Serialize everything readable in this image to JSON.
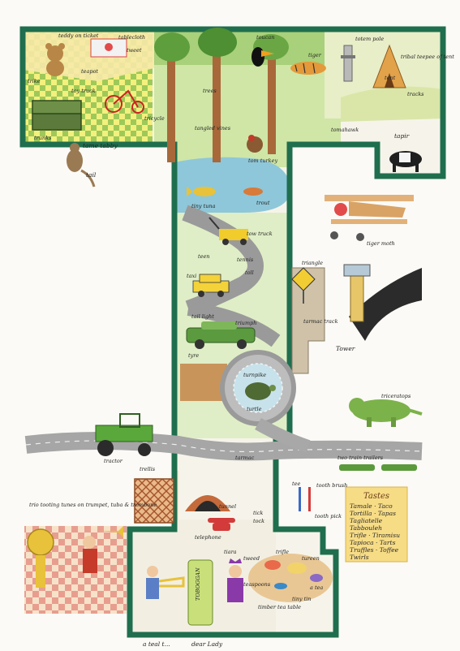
{
  "labels": {
    "teddy": "teddy on ticket",
    "tablecloth": "tablecloth",
    "teapot": "teapot",
    "tweet": "tweet",
    "trike": "trike",
    "toy_truck": "toy truck",
    "tricycle": "tricycle",
    "trunks": "trunks",
    "tame_tabby": "tame tabby",
    "tail": "tail",
    "trees": "trees",
    "tangled_vines": "tangled vines",
    "toucan": "toucan",
    "tiger": "tiger",
    "tom_turkey": "tom turkey",
    "totem": "totem pole",
    "teepees": "tribal teepee of tent",
    "tomahawk": "tomahawk",
    "tapir": "tapir",
    "trout": "trout",
    "tiny_tuna": "tiny tuna",
    "tow_truck": "tow truck",
    "teen": "teen",
    "tennis": "tennis",
    "taxi": "taxi",
    "toll": "toll",
    "triangle": "triangle",
    "tail_light": "tail light",
    "triumph": "triumph",
    "tyre": "tyre",
    "tower": "Tower",
    "tarmac_track": "tarmac track",
    "turnpike": "turnpike",
    "turtle": "turtle",
    "tiger_moth": "tiger moth",
    "triceratops": "triceratops",
    "tractor": "tractor",
    "trellis": "trellis",
    "tunnel": "tunnel",
    "tarmac": "tarmac",
    "two_train_trailers": "two train trailers",
    "trio": "trio tooting tunes on trumpet, tuba & trombone",
    "tee": "tee",
    "tooth_brush": "tooth brush",
    "tooth_pick": "tooth pick",
    "telephone": "telephone",
    "tick": "tick",
    "tock": "tock",
    "tea_table": "timber tea table",
    "trifle": "trifle",
    "tureen": "tureen",
    "teaspoons": "teaspoons",
    "tweed": "tweed",
    "tiara": "tiara",
    "toboggan": "TOBOGGAN",
    "a_tea": "a tea",
    "tiny_tin": "tiny tin",
    "track": "tracks",
    "tent": "tent",
    "bottom_a": "a teal t...",
    "bottom_b": "dear Lady"
  },
  "tastes": {
    "title": "Tastes",
    "items": [
      "Tamale · Taco",
      "Tortilla · Tapas",
      "Tagliatelle",
      "Tabbouleh",
      "Trifle · Tiramisu",
      "Tapioca · Tarts",
      "Truffles · Toffee",
      "Twirls"
    ]
  },
  "colors": {
    "border": "#1f6e4e",
    "paper": "#fbfaf6",
    "grass": "#8fbf5a",
    "road": "#9a9a9a",
    "water": "#8ec7d9",
    "note": "#f7dc86"
  },
  "icons": [
    "teddy-icon",
    "tricycle-icon",
    "toucan-icon",
    "tiger-icon",
    "totem-icon",
    "teepee-icon",
    "tapir-icon",
    "biplane-icon",
    "fish-icon",
    "tow-truck-icon",
    "taxi-icon",
    "car-icon",
    "tower-icon",
    "turtle-icon",
    "triceratops-icon",
    "tractor-icon",
    "tunnel-icon",
    "telephone-icon",
    "tuba-icon",
    "toboggan-icon",
    "table-icon"
  ]
}
